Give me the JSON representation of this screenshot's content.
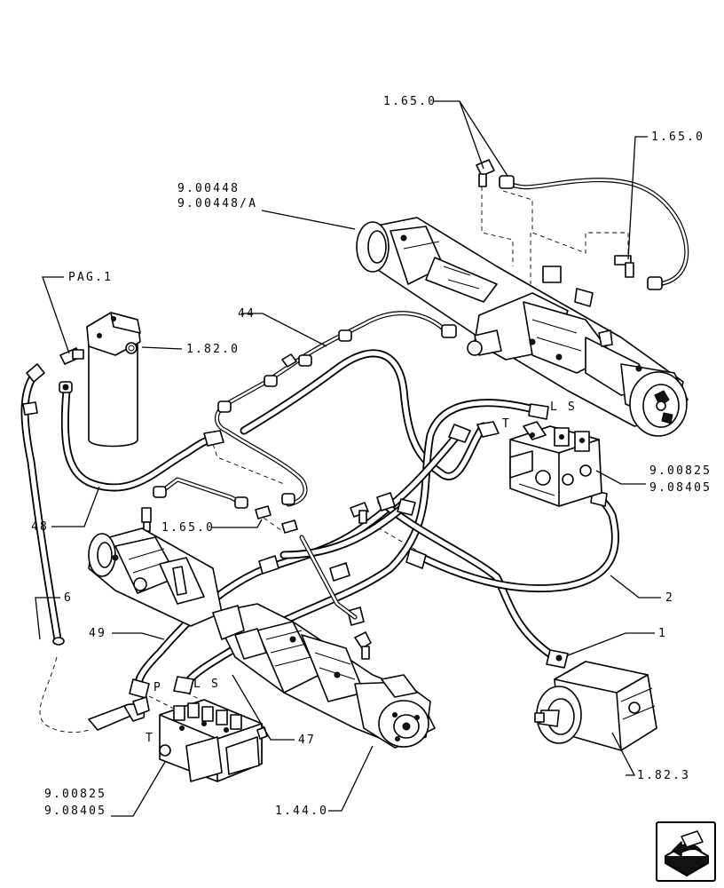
{
  "callouts": {
    "fitting_1650_top": "1.65.0",
    "fitting_1650_right": "1.65.0",
    "front_axle_a": "9.00448",
    "front_axle_b": "9.00448/A",
    "pag": "PAG.1",
    "filter": "1.82.0",
    "pipe_44": "44",
    "valve_right_a": "9.00825",
    "valve_right_b": "9.08405",
    "fitting_1650_mid": "1.65.0",
    "hose_48": "48",
    "hose_2": "2",
    "hose_1": "1",
    "hose_6": "6",
    "hose_49": "49",
    "hose_47": "47",
    "pump": "1.82.3",
    "valve_left_a": "9.00825",
    "valve_left_b": "9.08405",
    "rear_axle": "1.44.0"
  },
  "port_labels": {
    "ls_top": "L S",
    "t_top": "T",
    "p_bottom": "P",
    "ls_bottom": "L S",
    "t_bottom": "T"
  },
  "nav": {
    "icon": "next-page-arrow-icon"
  }
}
